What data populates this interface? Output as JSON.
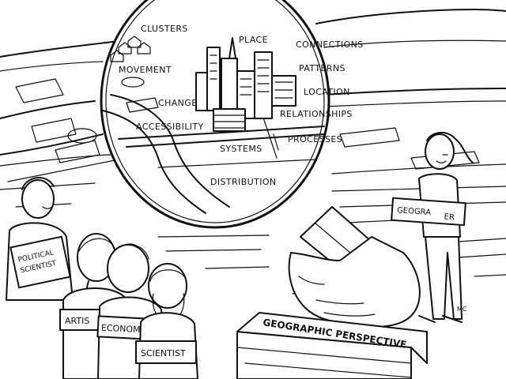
{
  "concepts": {
    "clusters": "CLUSTERS",
    "place": "PLACE",
    "connections": "CONNECTIONS",
    "movement": "MOVEMENT",
    "patterns": "PATTERNS",
    "change": "CHANGE",
    "location": "LOCATION",
    "accessibility": "ACCESSIBILITY",
    "relationships": "RELATIONSHIPS",
    "systems": "SYSTEMS",
    "processes": "PROCESSES",
    "distribution": "DISTRIBUTION"
  },
  "badges": {
    "political_line1": "POLITICAL",
    "political_line2": "SCIENTIST",
    "artist": "ARTIS",
    "economist": "ECONOMY",
    "scientist": "SCIENTIST",
    "geographer_left": "GEOGRA",
    "geographer_right": "ER"
  },
  "steps_label": "GEOGRAPHIC PERSPECTIVE",
  "signature": "MC"
}
